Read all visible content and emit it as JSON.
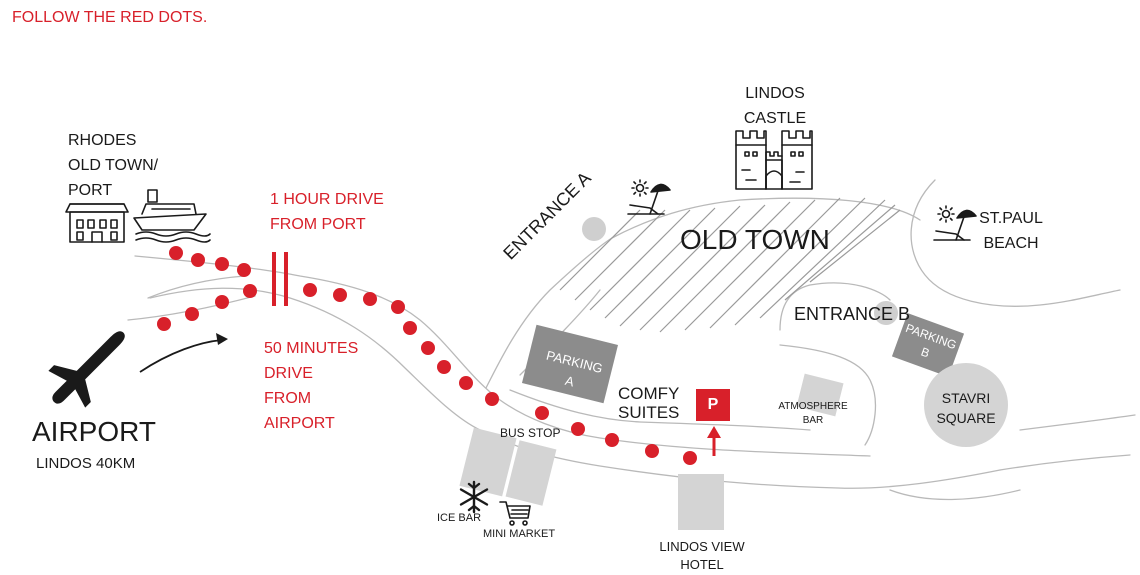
{
  "header": {
    "instruction": "FOLLOW THE RED DOTS."
  },
  "colors": {
    "red": "#d8202a",
    "dark": "#1a1a1a",
    "road": "#b9b9b9",
    "lightblock": "#d4d4d4",
    "darkblock": "#8c8c8c"
  },
  "icons": {
    "airport": "plane-icon",
    "port": "ship-icon",
    "old_town_rhodes": "building-icon",
    "castle": "castle-icon",
    "beach": "beach-umbrella-icon",
    "ice_bar": "snowflake-icon",
    "mini_market": "cart-icon",
    "parking": "parking-icon"
  },
  "places": {
    "rhodes": "RHODES\nOLD TOWN/\nPORT",
    "castle": "LINDOS\nCASTLE",
    "old_town": "OLD TOWN",
    "st_paul": "ST.PAUL\nBEACH",
    "entrance_a": "ENTRANCE A",
    "entrance_b": "ENTRANCE B",
    "parking_a": "PARKING\nA",
    "parking_b": "PARKING\nB",
    "stavri": "STAVRI\nSQUARE",
    "comfy": "COMFY\nSUITES",
    "parking_sign": "P",
    "atmosphere": "ATMOSPHERE\nBAR",
    "bus_stop": "BUS STOP",
    "ice_bar": "ICE BAR",
    "mini_market": "MINI MARKET",
    "lindos_view": "LINDOS VIEW\nHOTEL",
    "airport": "AIRPORT",
    "airport_distance": "LINDOS 40KM"
  },
  "route": {
    "from_port": "1 HOUR DRIVE\nFROM PORT",
    "from_airport": "50 MINUTES\nDRIVE\nFROM\nAIRPORT"
  }
}
